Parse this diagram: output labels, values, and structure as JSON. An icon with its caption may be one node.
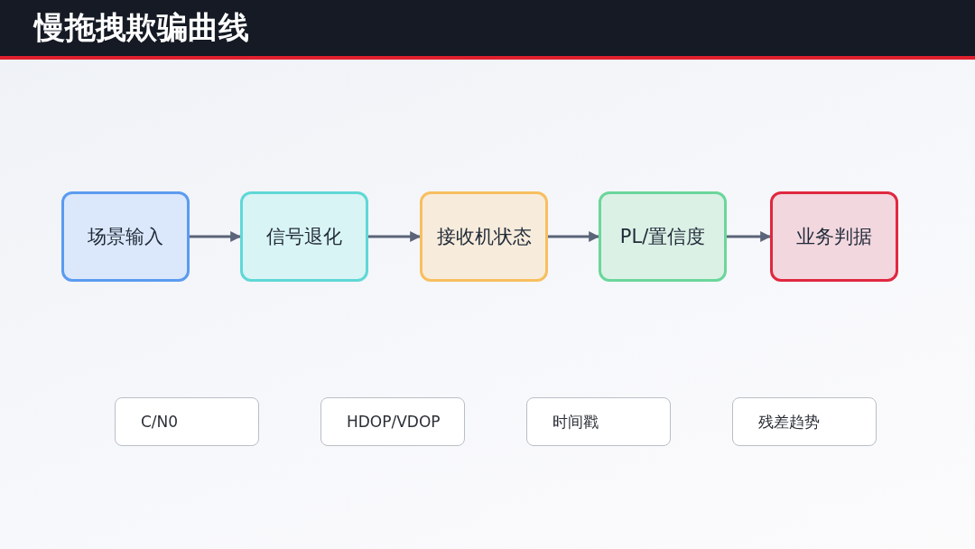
{
  "diagram": {
    "title": "慢拖拽欺骗曲线",
    "nodes": [
      {
        "text": [
          "场景输入"
        ]
      },
      {
        "text": [
          "信号退化"
        ]
      },
      {
        "text": [
          "接收机状态"
        ]
      },
      {
        "text": [
          "PL/置信度"
        ]
      },
      {
        "text": [
          "业务判据"
        ]
      },
      {
        "text": [
          "C/N0"
        ]
      },
      {
        "text": [
          "HDOP/VDOP"
        ]
      },
      {
        "text": [
          "时间戳"
        ]
      },
      {
        "text": [
          "残差趋势"
        ]
      }
    ],
    "edges": [
      {
        "from": 0,
        "to": 1,
        "arrow": "to"
      },
      {
        "from": 1,
        "to": 2,
        "arrow": "to"
      },
      {
        "from": 2,
        "to": 3,
        "arrow": "to"
      },
      {
        "from": 3,
        "to": 4,
        "arrow": "to"
      }
    ]
  }
}
